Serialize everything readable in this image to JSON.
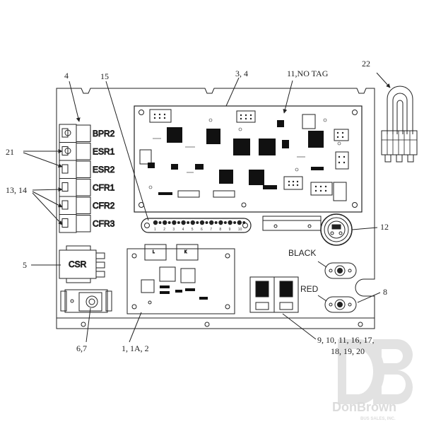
{
  "callouts": {
    "c4": "4",
    "c15": "15",
    "c3_4": "3,  4",
    "c11": "11,NO TAG",
    "c22": "22",
    "c21": "21",
    "c13_14": "13,  14",
    "c5": "5",
    "c12": "12",
    "c8": "8",
    "c6_7": "6,7",
    "c1": "1,  1A, 2",
    "c9_a": "9,   10,  11,  16,  17,",
    "c9_b": "18,  19, 20"
  },
  "relays": [
    "BPR2",
    "ESR1",
    "ESR2",
    "CFR1",
    "CFR2",
    "CFR3"
  ],
  "csr_label": "CSR",
  "terminals": {
    "black": "BLACK",
    "red": "RED"
  },
  "relay_board": {
    "l": "L",
    "k": "K"
  },
  "terminal_strip_numbers": [
    "1",
    "2",
    "3",
    "4",
    "5",
    "6",
    "7",
    "8",
    "9",
    "10"
  ],
  "watermark": {
    "text": "DonBrown",
    "sub": "BUS SALES, INC.",
    "color": "#c9c9c9"
  }
}
